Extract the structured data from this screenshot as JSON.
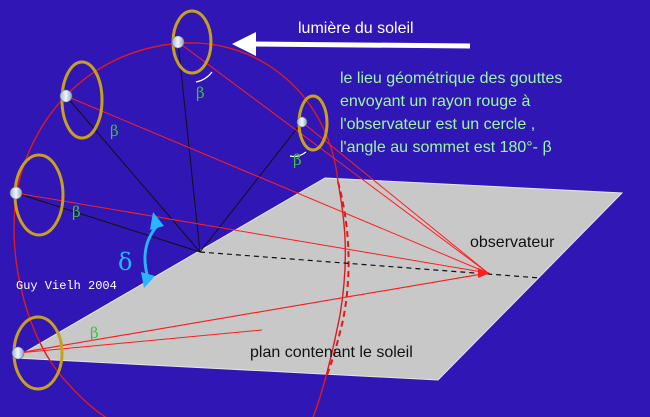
{
  "texts": {
    "sunlight": "lumière du soleil",
    "caption_line1": "le lieu géométrique des gouttes",
    "caption_line2": "envoyant un rayon rouge à",
    "caption_line3": "l'observateur est un cercle ,",
    "caption_line4": "l'angle au sommet est 180°- β",
    "observer": "observateur",
    "plane": "plan contenant le soleil",
    "credit": "Guy Vielh 2004",
    "beta": "β",
    "delta": "δ"
  },
  "colors": {
    "background": "#3016b4",
    "plane_fill": "#c8c8c8",
    "locus_circle": "#e01a1a",
    "ray": "#ff1e1e",
    "drop_ring": "#c8a020",
    "caption": "#9cf7a4",
    "beta_label": "#3fbf3f",
    "delta_arrow": "#28b4ff",
    "sun_arrow": "#ffffff"
  }
}
